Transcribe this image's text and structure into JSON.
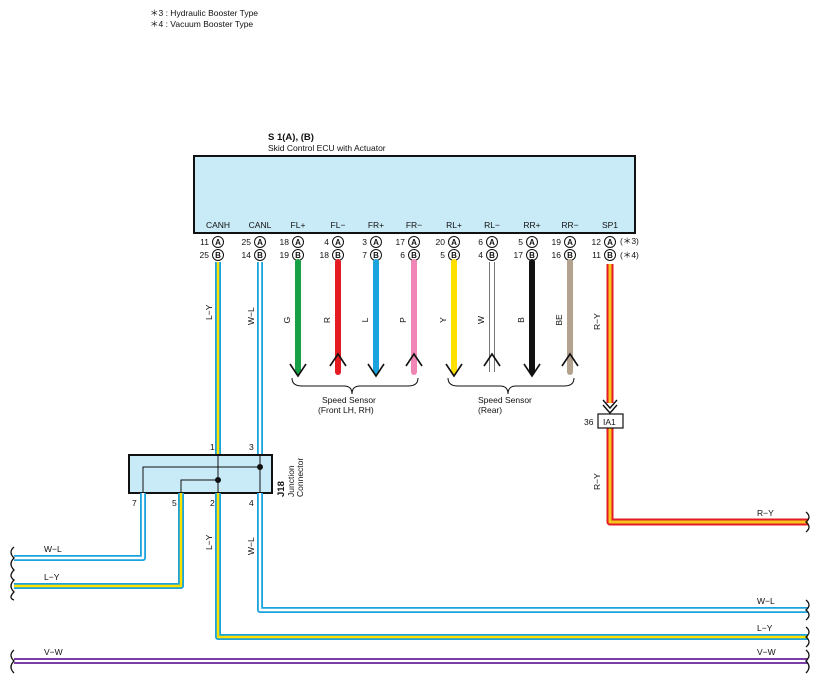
{
  "notes": [
    "＊3 : Hydraulic Booster Type",
    "＊4 : Vacuum Booster Type"
  ],
  "ecu": {
    "code": "S 1(A), (B)",
    "name": "Skid Control ECU with Actuator"
  },
  "terminals": [
    {
      "name": "CANH",
      "pinA": "11",
      "pinB": "25",
      "wire": ""
    },
    {
      "name": "CANL",
      "pinA": "25",
      "pinB": "14",
      "wire": ""
    },
    {
      "name": "FL+",
      "pinA": "18",
      "pinB": "19",
      "wire": "G"
    },
    {
      "name": "FL−",
      "pinA": "4",
      "pinB": "18",
      "wire": "R"
    },
    {
      "name": "FR+",
      "pinA": "3",
      "pinB": "7",
      "wire": "L"
    },
    {
      "name": "FR−",
      "pinA": "17",
      "pinB": "6",
      "wire": "P"
    },
    {
      "name": "RL+",
      "pinA": "20",
      "pinB": "5",
      "wire": "Y"
    },
    {
      "name": "RL−",
      "pinA": "6",
      "pinB": "4",
      "wire": "W"
    },
    {
      "name": "RR+",
      "pinA": "5",
      "pinB": "17",
      "wire": "B"
    },
    {
      "name": "RR−",
      "pinA": "19",
      "pinB": "16",
      "wire": "BE"
    },
    {
      "name": "SP1",
      "pinA": "12",
      "pinB": "11",
      "wire": "R−Y"
    }
  ],
  "connector_letters": {
    "a": "A",
    "b": "B"
  },
  "sp1_notes": {
    "a": "(＊3)",
    "b": "(＊4)"
  },
  "wire_labels": {
    "canh": "L−Y",
    "canl": "W−L",
    "j18_out2": "L−Y",
    "j18_out4": "W−L",
    "sp1_lower": "R−Y",
    "left_wl": "W−L",
    "left_ly": "L−Y",
    "right_ry": "R−Y",
    "right_wl": "W−L",
    "right_ly": "L−Y",
    "vw_left": "V−W",
    "vw_right": "V−W"
  },
  "sensors": {
    "front": {
      "line1": "Speed Sensor",
      "line2": "(Front LH,  RH)"
    },
    "rear": {
      "line1": "Speed Sensor",
      "line2": "(Rear)"
    }
  },
  "ia1": {
    "pin": "36",
    "name": "IA1"
  },
  "j18": {
    "code": "J18",
    "line1": "Junction",
    "line2": "Connector",
    "pins": {
      "p1": "1",
      "p3": "3",
      "p7": "7",
      "p5": "5",
      "p2": "2",
      "p4": "4"
    }
  },
  "colors": {
    "ecu_fill": "#c9eaf7",
    "G": "#15a045",
    "R": "#e41b23",
    "L": "#1aa3dc",
    "P": "#ef86b6",
    "Y": "#ffe000",
    "W": "#ffffff",
    "B": "#111111",
    "BE": "#b3a38e",
    "RY_outer": "#e41b23",
    "RY_inner": "#f6c51e",
    "LY_outer": "#1aa3dc",
    "LY_inner": "#ffe000",
    "WL_outer": "#1aa3dc",
    "WL_inner": "#ffffff",
    "VW_outer": "#7a3ea6",
    "VW_inner": "#ffffff"
  }
}
